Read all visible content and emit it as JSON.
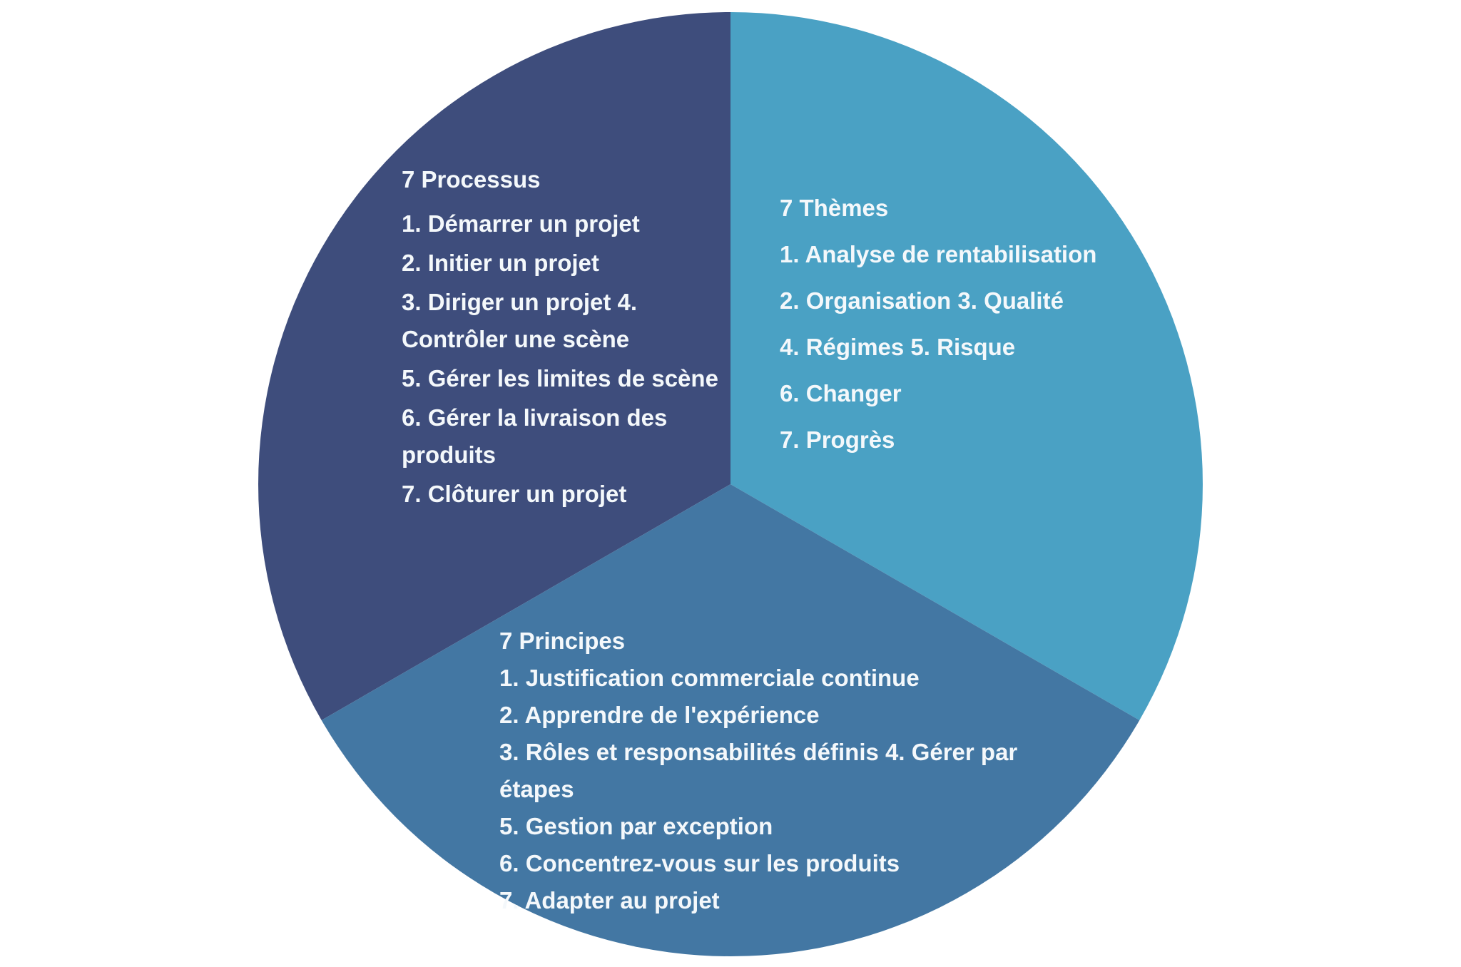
{
  "diagram": {
    "kind": "pie-infographic",
    "segment_count": 3
  },
  "segments": {
    "processes": {
      "heading": "7 Processus",
      "items": [
        "1. Démarrer un projet",
        "2. Initier un projet",
        "3. Diriger un projet 4. Contrôler une scène",
        "5. Gérer les limites de scène",
        "6. Gérer la livraison des produits",
        "7. Clôturer un projet"
      ],
      "color": "#3E4D7C"
    },
    "themes": {
      "heading": "7 Thèmes",
      "items": [
        "1. Analyse de rentabilisation",
        "2. Organisation 3. Qualité",
        "4. Régimes 5. Risque",
        "6. Changer",
        "7. Progrès"
      ],
      "color": "#4AA1C4"
    },
    "principles": {
      "heading": "7 Principes",
      "items": [
        "1. Justification commerciale continue",
        "2. Apprendre de l'expérience",
        "3. Rôles et responsabilités définis 4. Gérer par étapes",
        "5. Gestion par exception",
        "6. Concentrez-vous sur les produits",
        "7. Adapter au projet"
      ],
      "color": "#4377A3"
    }
  },
  "colors": {
    "background": "#FFFFFF",
    "text": "#F4F8FB"
  }
}
